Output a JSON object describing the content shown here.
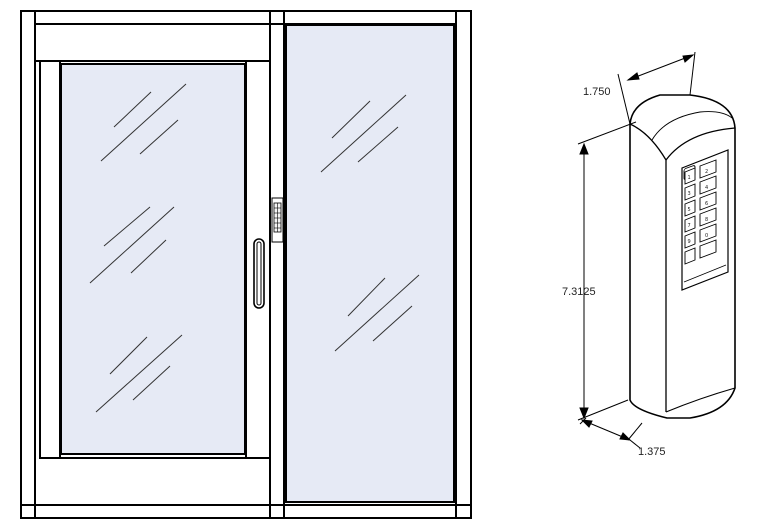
{
  "diagram": {
    "dimensions": {
      "depth": "1.750",
      "height": "7.3125",
      "width": "1.375"
    },
    "keypad": {
      "keys_left": [
        "1",
        "3",
        "5",
        "7",
        "9",
        ""
      ],
      "keys_right": [
        "2",
        "4",
        "6",
        "8",
        "0",
        ""
      ]
    },
    "colors": {
      "glass": "#e6eaf5",
      "frame_stroke": "#000000",
      "device_body": "#ffffff"
    }
  }
}
